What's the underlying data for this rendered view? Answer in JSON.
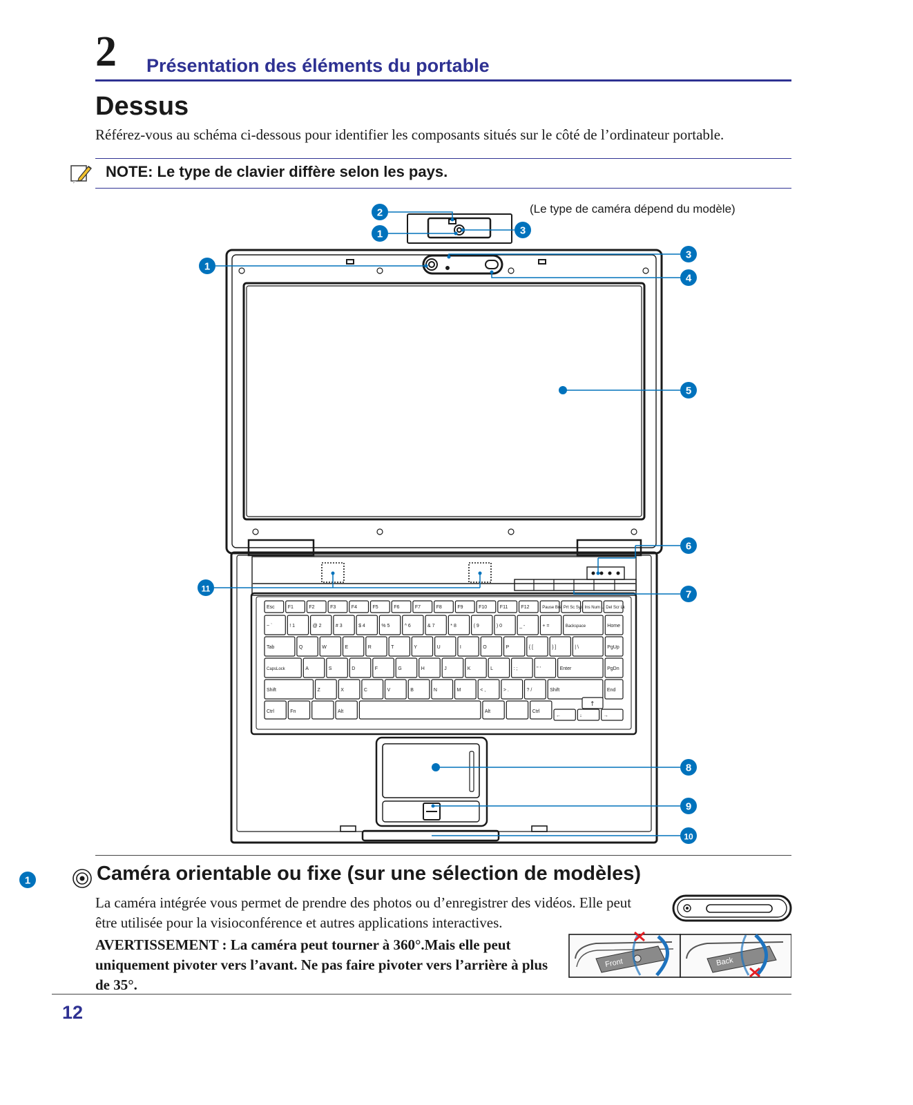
{
  "header": {
    "chapter_number": "2",
    "chapter_title": "Présentation des éléments du portable"
  },
  "section": {
    "title": "Dessus",
    "intro": "Référez-vous au schéma ci-dessous pour identifier les composants situés sur le côté de l’ordinateur portable."
  },
  "note": {
    "text": "NOTE: Le type de clavier diffère selon les pays.",
    "icon": "note-pencil-icon"
  },
  "diagram": {
    "camera_note": "(Le type de caméra dépend du modèle)",
    "callouts": [
      "2",
      "1",
      "3",
      "1",
      "3",
      "4",
      "5",
      "6",
      "11",
      "7",
      "8",
      "9",
      "10"
    ],
    "accent_color": "#0072bc",
    "keyboard_rows": [
      [
        "Esc",
        "F1",
        "F2",
        "F3",
        "F4",
        "F5",
        "F6",
        "F7",
        "F8",
        "F9",
        "F10",
        "F11",
        "F12",
        "Pause Break",
        "Prt Sc Sys Rq",
        "Ins Num Lk",
        "Del Scr Lk"
      ],
      [
        "~ `",
        "! 1",
        "@ 2",
        "# 3",
        "$ 4",
        "% 5",
        "^ 6",
        "& 7",
        "* 8",
        "( 9",
        ") 0",
        "_ -",
        "+ =",
        "Backspace",
        "Home"
      ],
      [
        "Tab",
        "Q",
        "W",
        "E",
        "R",
        "T",
        "Y",
        "U",
        "I",
        "O",
        "P",
        "{ [",
        "} ]",
        "| \\",
        "PgUp"
      ],
      [
        "CapsLock",
        "A",
        "S",
        "D",
        "F",
        "G",
        "H",
        "J",
        "K",
        "L",
        ": ;",
        "\" '",
        "Enter",
        "PgDn"
      ],
      [
        "Shift",
        "Z",
        "X",
        "C",
        "V",
        "B",
        "N",
        "M",
        "< ,",
        "> .",
        "? /",
        "Shift",
        "End"
      ],
      [
        "Ctrl",
        "Fn",
        "",
        "Alt",
        "",
        "Alt",
        "",
        "Ctrl",
        "←",
        "↓",
        "→"
      ]
    ],
    "arrow_up": "↑"
  },
  "section1": {
    "number": "1",
    "icon": "camera-icon",
    "title": "Caméra orientable ou fixe (sur une sélection de modèles)",
    "body": "La caméra intégrée vous permet de prendre des photos ou d’enregistrer des vidéos. Elle peut être utilisée pour la visioconférence et autres applications interactives.",
    "warning": "AVERTISSEMENT : La caméra peut tourner à 360°.Mais elle peut uniquement pivoter vers l’avant. Ne pas faire pivoter vers l’arrière à plus de 35°.",
    "front_label": "Front",
    "back_label": "Back"
  },
  "footer": {
    "page_number": "12"
  },
  "colors": {
    "heading_blue": "#2e3192",
    "callout_blue": "#0072bc",
    "warning_red": "#e31e24"
  }
}
